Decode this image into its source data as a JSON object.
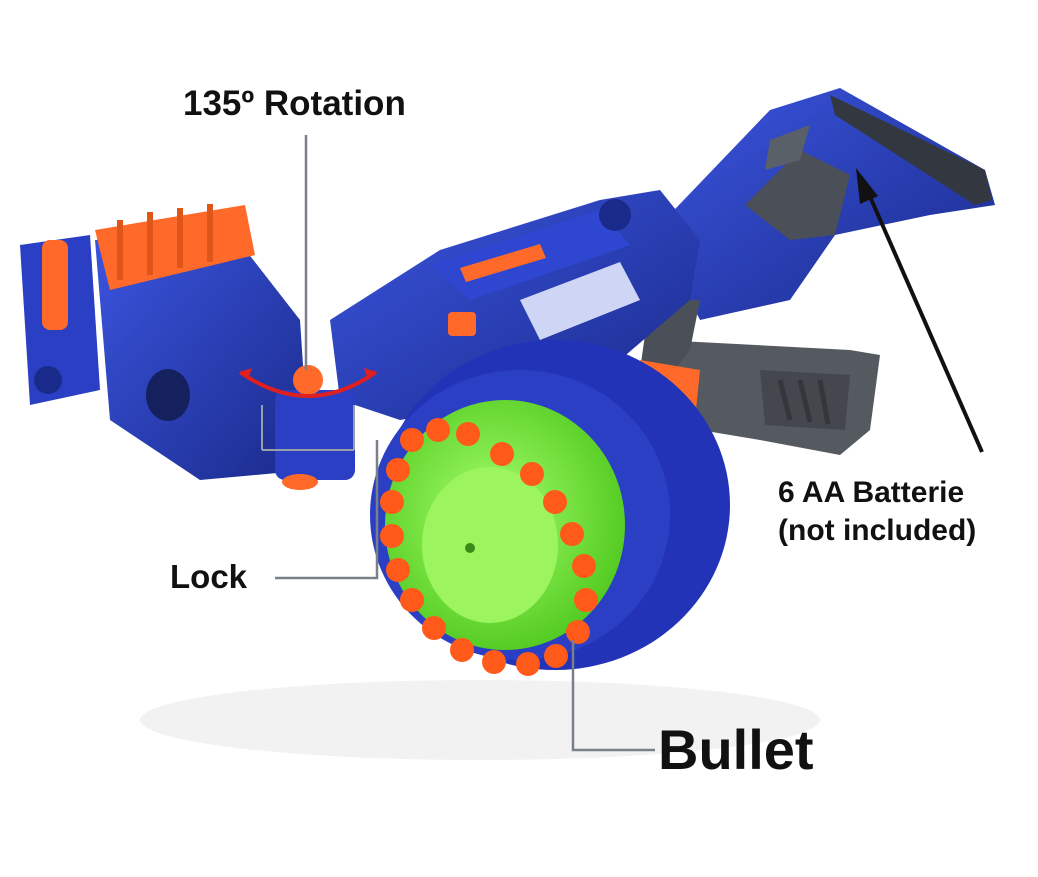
{
  "callouts": {
    "rotation": "135º Rotation",
    "battery_line1": "6 AA Batterie",
    "battery_line2": "(not included)",
    "lock": "Lock",
    "bullet": "Bullet"
  },
  "colors": {
    "blaster_body": "#2a3fc4",
    "blaster_dark": "#1a2a8a",
    "grip": "#555a60",
    "accent_orange": "#ff6a2a",
    "drum_green": "#7cf23e",
    "annotation_red": "#e02020",
    "leader_line": "#7a8088"
  }
}
